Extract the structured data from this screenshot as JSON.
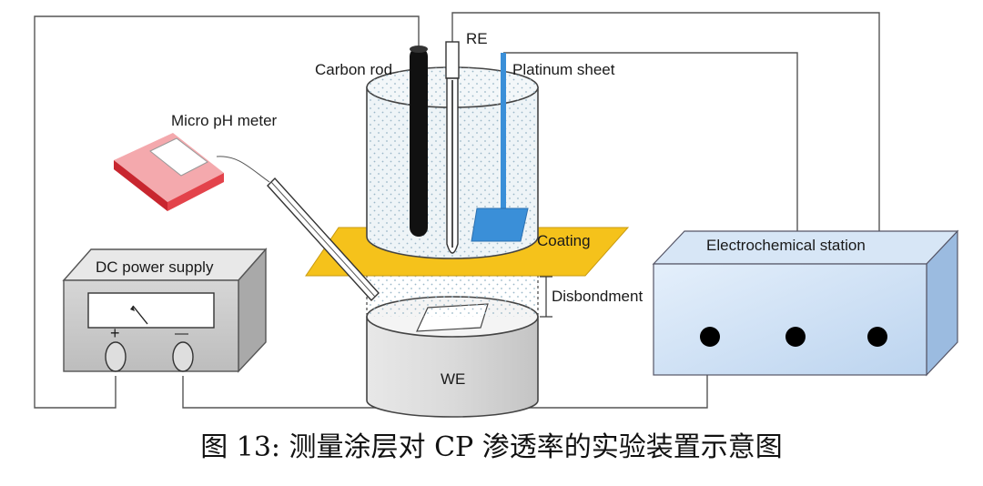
{
  "labels": {
    "re": "RE",
    "carbon_rod": "Carbon rod",
    "platinum_sheet": "Platinum sheet",
    "micro_ph_meter": "Micro pH meter",
    "dc_power_supply": "DC power supply",
    "coating": "Coating",
    "disbondment": "Disbondment",
    "electrochemical_station": "Electrochemical station",
    "we": "WE",
    "plus": "+",
    "minus": "—"
  },
  "caption": "图 13: 测量涂层对 CP 渗透率的实验装置示意图",
  "colors": {
    "coating": "#f5c21b",
    "platinum": "#3a8fd8",
    "station": "#cfe3f7",
    "ph_meter": "#e3434b",
    "wire": "#555555"
  }
}
